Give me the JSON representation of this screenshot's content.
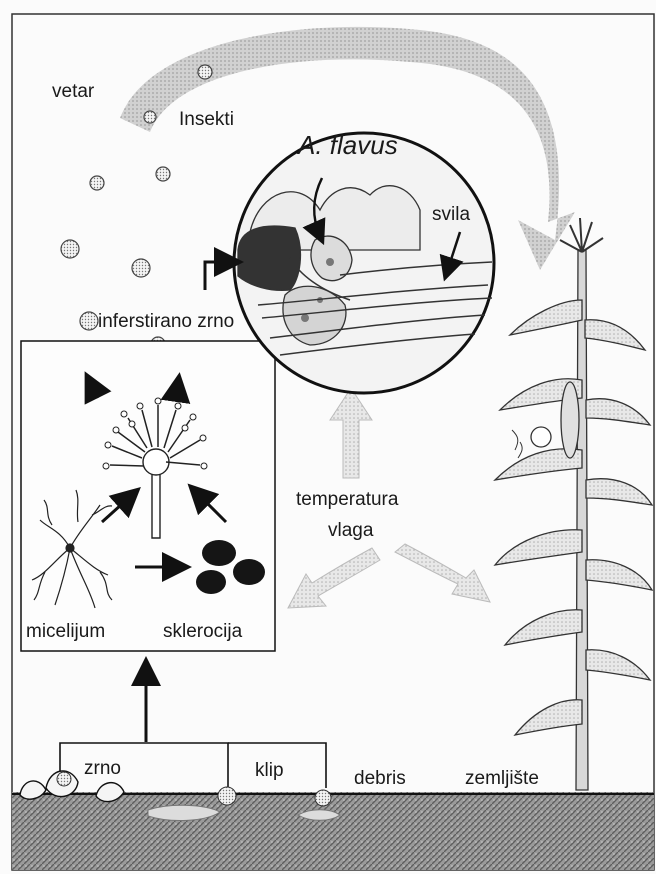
{
  "diagram": {
    "labels": {
      "wind": "vetar",
      "insects": "Insekti",
      "fungus": "A. flavus",
      "silk": "svila",
      "infested_kernel": "inferstirano zrno",
      "temperature": "temperatura",
      "humidity": "vlaga",
      "mycelium": "micelijum",
      "sclerotia": "sklerocija",
      "kernel": "zrno",
      "cob": "klip",
      "debris": "debris",
      "soil": "zemljište"
    }
  }
}
